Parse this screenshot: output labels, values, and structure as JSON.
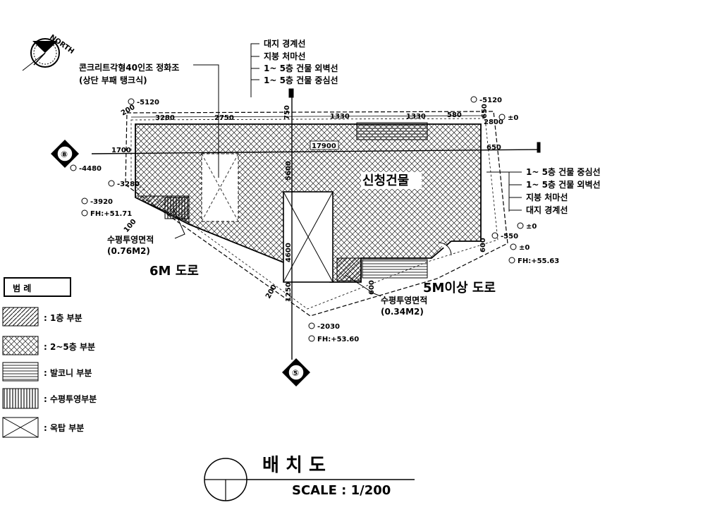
{
  "north_arrow": {
    "label": "NORTH"
  },
  "callouts": {
    "top_stack": [
      "대지 경계선",
      "지붕 처마선",
      "1~ 5층 건물 외벽선",
      "1~ 5층 건물 중심선"
    ],
    "right_stack": [
      "1~ 5층 건물 중심선",
      "1~ 5층 건물 외벽선",
      "지붕 처마선",
      "대지 경계선"
    ],
    "septic": [
      "콘크리트각형40인조 정화조",
      "(상단 부패 탱크식)"
    ],
    "proj_left": [
      "수평투영면적",
      "(0.76M2)"
    ],
    "proj_right": [
      "수평투영면적",
      "(0.34M2)"
    ]
  },
  "building_label": "신청건물",
  "roads": {
    "left": "6M 도로",
    "right": "5M이상 도로"
  },
  "markers": {
    "west": "⑧",
    "south": "⑤"
  },
  "levels": {
    "l_5120_a": "-5120",
    "l_4480": "-4480",
    "l_3280": "-3280",
    "l_3920": "-3920",
    "fh_left": "FH:+51.71",
    "l_5120_b": "-5120",
    "l_0_a": "±0",
    "l_0_b": "±0",
    "l_0_c": "±0",
    "l_550": "-550",
    "fh_right": "FH:+55.63",
    "l_2030": "-2030",
    "fh_bottom": "FH:+53.60"
  },
  "dims": {
    "d200_tl": "200",
    "d3280": "3280",
    "d2750": "2750",
    "d1330a": "1330",
    "d1330b": "1330",
    "d580": "580",
    "d650": "650",
    "d2800": "2800",
    "d1700": "1700",
    "d17900": "17900",
    "d650b": "650",
    "d5600": "5600",
    "d750": "750",
    "d4600": "4600",
    "d1250": "1250",
    "d200_b": "200",
    "d600": "600",
    "d600b": "600",
    "d100": "100"
  },
  "legend": {
    "title": "범    례",
    "items": [
      {
        "text": ":  1층 부분"
      },
      {
        "text": ":  2~5층 부분"
      },
      {
        "text": ":  발코니 부분"
      },
      {
        "text": ":  수평투영부분"
      },
      {
        "text": ":  옥탑 부분"
      }
    ]
  },
  "title_block": {
    "title": "배    치    도",
    "scale": "SCALE : 1/200"
  }
}
